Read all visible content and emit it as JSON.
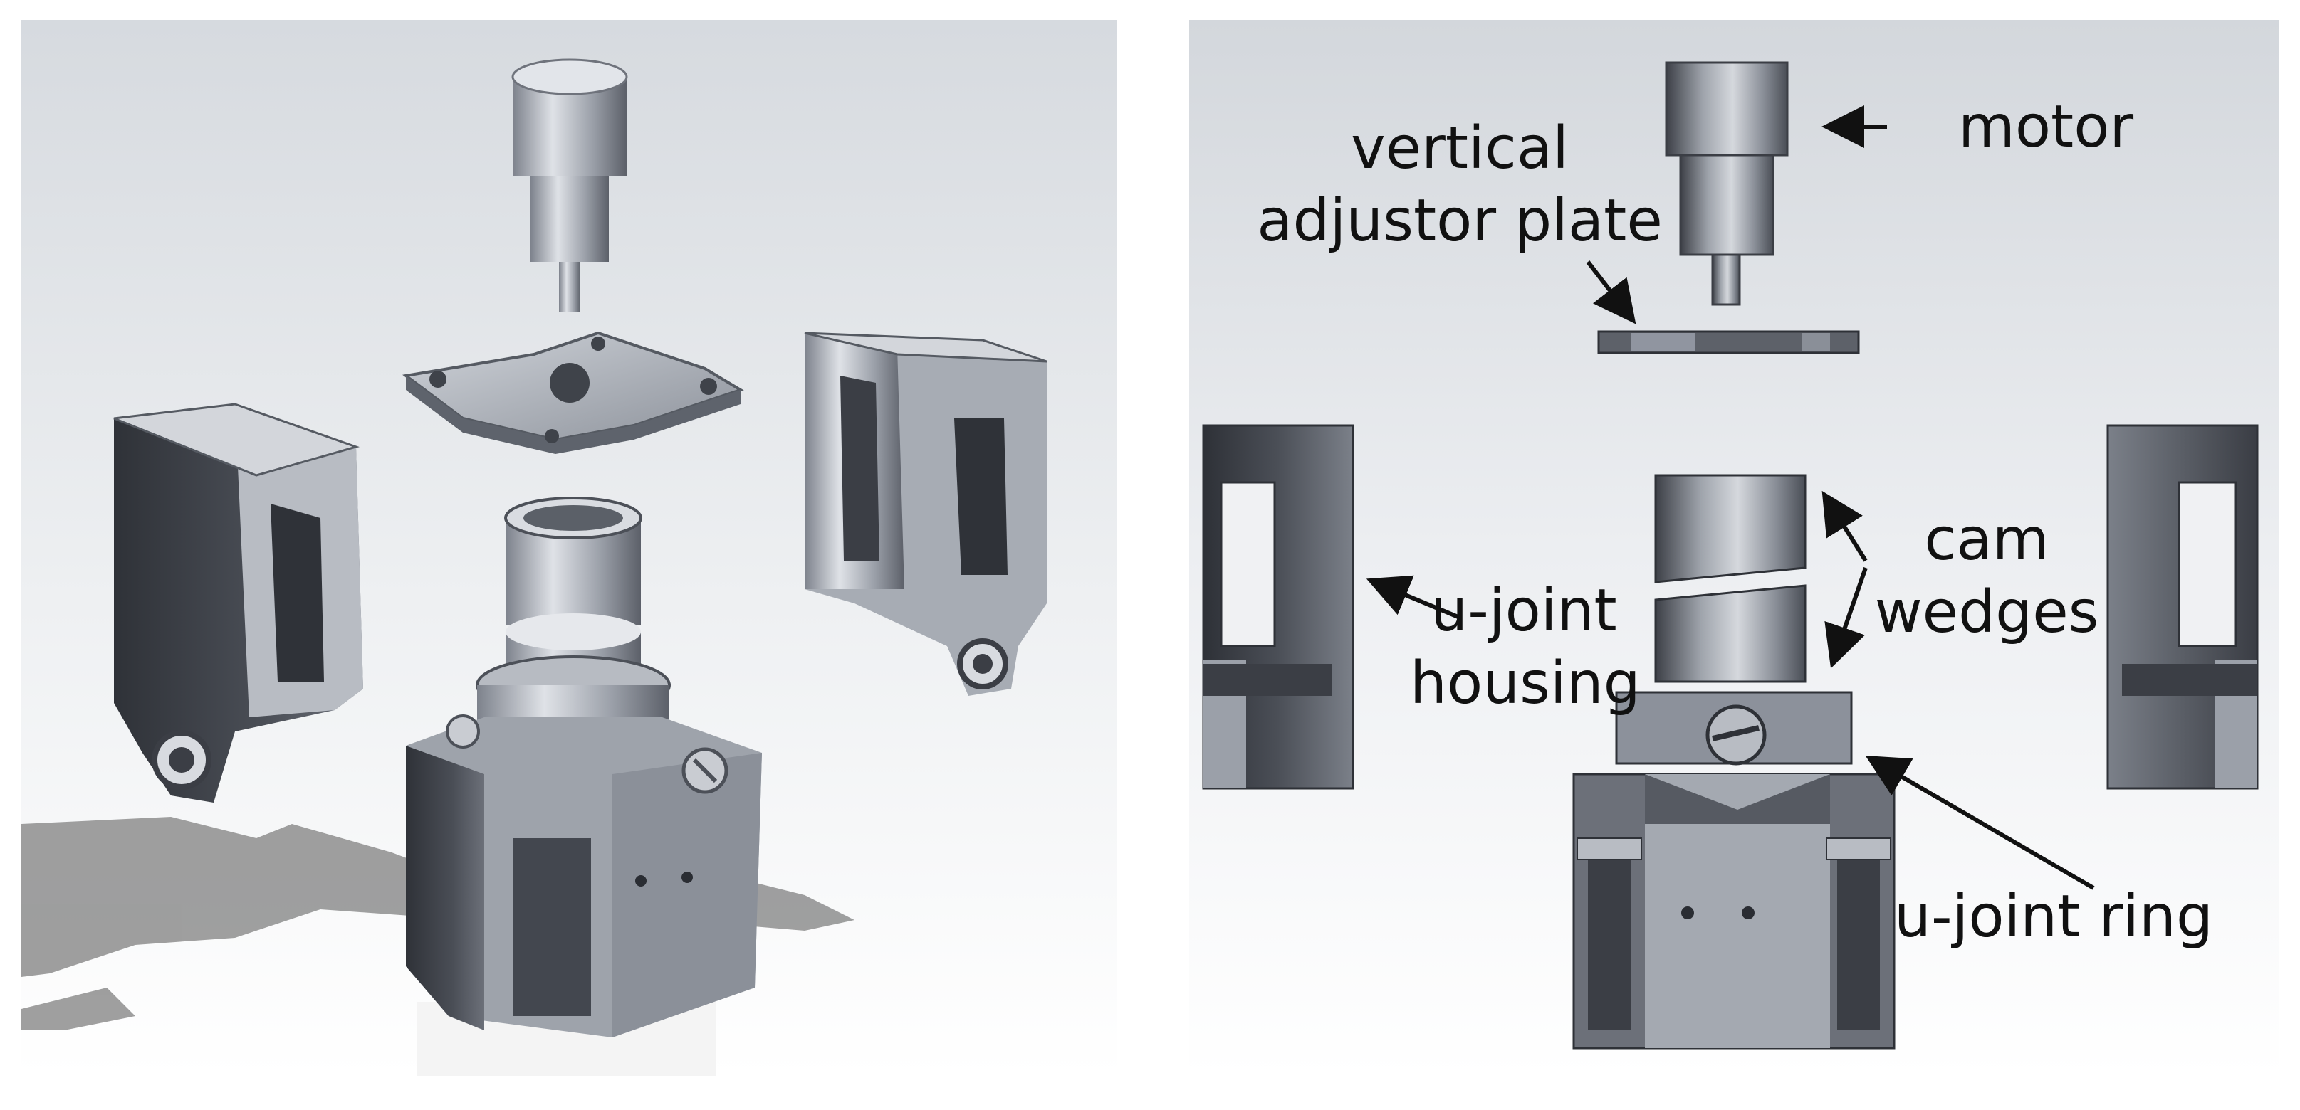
{
  "labels": {
    "vertical_adjustor_plate": [
      "vertical",
      "adjustor plate"
    ],
    "motor": "motor",
    "u_joint_housing": [
      "u-joint",
      "housing"
    ],
    "cam_wedges": [
      "cam",
      "wedges"
    ],
    "u_joint_ring": "u-joint ring"
  },
  "colors": {
    "background_top": "#d9dde2",
    "background_bottom": "#ffffff",
    "metal_light": "#c7cbd2",
    "metal_mid": "#8c919b",
    "metal_dark": "#3b3e45",
    "shadow": "#8f8f8f",
    "text": "#111111"
  },
  "icons": [
    "arrow-icon"
  ]
}
